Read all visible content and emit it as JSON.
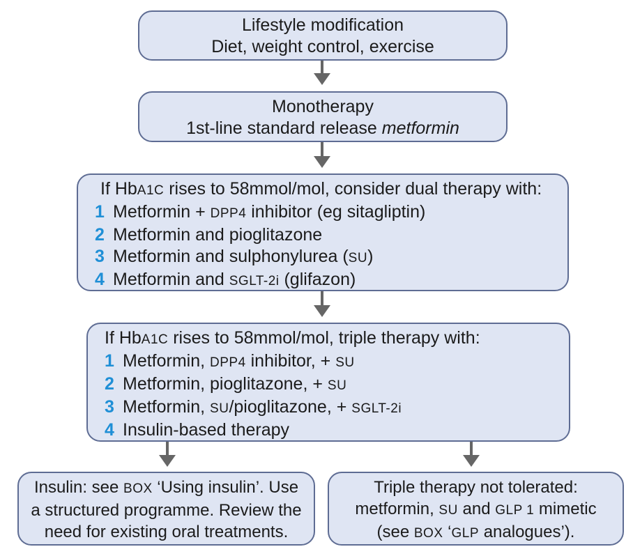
{
  "lifestyle": {
    "title": "Lifestyle modification",
    "subtitle": "Diet, weight control, exercise"
  },
  "monotherapy": {
    "title": "Monotherapy",
    "subtitle_prefix": "1st-line standard release ",
    "subtitle_drug": "metformin"
  },
  "dual": {
    "heading_a": "If Hb",
    "heading_sc": "A1C",
    "heading_b": " rises to 58mmol/mol, consider dual therapy with:",
    "items": [
      {
        "num": "1",
        "a": "Metformin + ",
        "sc": "DPP4",
        "b": " inhibitor (eg sitagliptin)"
      },
      {
        "num": "2",
        "a": "Metformin and pioglitazone"
      },
      {
        "num": "3",
        "a": "Metformin and sulphonylurea (",
        "sc": "SU",
        "b": ")"
      },
      {
        "num": "4",
        "a": "Metformin and ",
        "sc": "SGLT-2i",
        "b": " (glifazon)"
      }
    ]
  },
  "triple": {
    "heading_a": "If Hb",
    "heading_sc": "A1C",
    "heading_b": " rises to 58mmol/mol, triple therapy with:",
    "items": [
      {
        "num": "1",
        "a": "Metformin, ",
        "sc": "DPP4",
        "b": " inhibitor, + ",
        "sc2": "SU"
      },
      {
        "num": "2",
        "a": "Metformin, pioglitazone, + ",
        "sc": "SU"
      },
      {
        "num": "3",
        "a": "Metformin, ",
        "sc": "SU",
        "b": "/pioglitazone, + ",
        "sc2": "SGLT-2i"
      },
      {
        "num": "4",
        "a": "Insulin-based therapy"
      }
    ]
  },
  "insulin": {
    "l1_a": "Insulin: see ",
    "l1_sc": "BOX",
    "l1_b": " ‘Using insulin’. Use",
    "l2": "a structured programme. Review the",
    "l3": "need for existing oral treatments."
  },
  "not_tolerated": {
    "l1": "Triple therapy not tolerated:",
    "l2_a": "metformin, ",
    "l2_sc": "SU",
    "l2_b": " and ",
    "l2_sc2": "GLP 1",
    "l2_c": " mimetic",
    "l3_a": "(see ",
    "l3_sc": "BOX",
    "l3_b": " ‘",
    "l3_sc2": "GLP",
    "l3_c": " analogues’)."
  },
  "colors": {
    "box_fill": "#dfe5f3",
    "box_border": "#5e6c93",
    "number_accent": "#1f8fd6",
    "arrow": "#666666"
  }
}
